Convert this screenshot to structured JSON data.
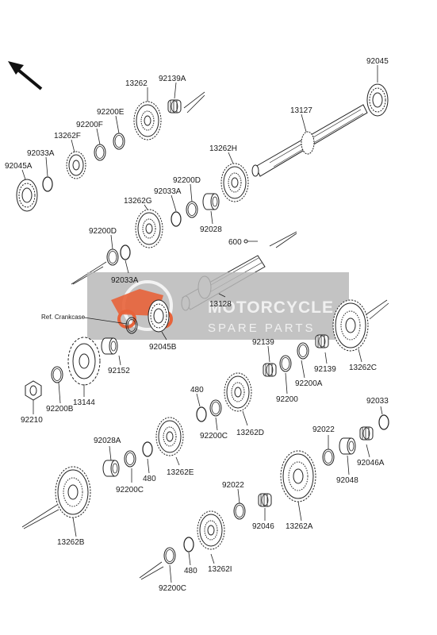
{
  "diagram": {
    "ref_label": "Ref. Crankcase",
    "part_numbers": {
      "p92045": "92045",
      "p13127": "13127",
      "p13262": "13262",
      "p92139A": "92139A",
      "p92200E": "92200E",
      "p92200F": "92200F",
      "p13262F": "13262F",
      "p92033A_top": "92033A",
      "p92045A": "92045A",
      "p13262H": "13262H",
      "p92200D_top": "92200D",
      "p92033A_mid": "92033A",
      "p13262G": "13262G",
      "p92028": "92028",
      "p92200D_left": "92200D",
      "p600": "600",
      "p92033A_left": "92033A",
      "p13128": "13128",
      "p92045B": "92045B",
      "p92152": "92152",
      "p13144": "13144",
      "p92200B": "92200B",
      "p92210": "92210",
      "p92139_a": "92139",
      "p92139_b": "92139",
      "p13262C": "13262C",
      "p92200A": "92200A",
      "p92200": "92200",
      "p480_a": "480",
      "p92200C_a": "92200C",
      "p13262D": "13262D",
      "p92028A": "92028A",
      "p92200C_b": "92200C",
      "p480_b": "480",
      "p13262E": "13262E",
      "p92033": "92033",
      "p92022_a": "92022",
      "p92046A": "92046A",
      "p92048": "92048",
      "p13262B": "13262B",
      "p92022_b": "92022",
      "p92046": "92046",
      "p13262A": "13262A",
      "p480_c": "480",
      "p13262I": "13262I",
      "p92200C_c": "92200C"
    }
  },
  "watermark": {
    "line1": "MOTORCYCLE",
    "line2": "SPARE PARTS"
  },
  "colors": {
    "watermark_bg": "#b9b9b9",
    "watermark_logo": "#e8633a"
  }
}
